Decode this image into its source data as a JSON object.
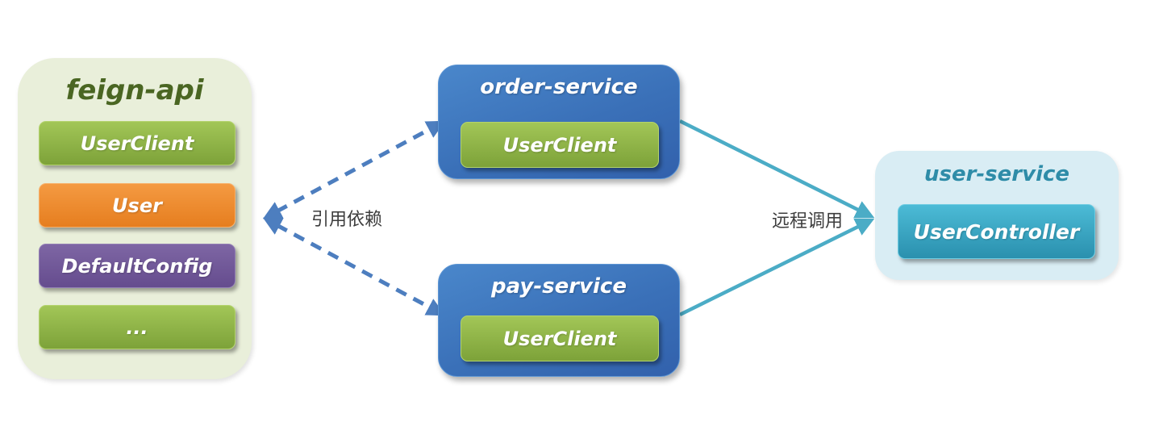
{
  "diagram": {
    "feign_api": {
      "title": "feign-api",
      "items": [
        {
          "label": "UserClient",
          "color": "green"
        },
        {
          "label": "User",
          "color": "orange"
        },
        {
          "label": "DefaultConfig",
          "color": "purple"
        },
        {
          "label": "...",
          "color": "green"
        }
      ]
    },
    "order_service": {
      "title": "order-service",
      "item": "UserClient"
    },
    "pay_service": {
      "title": "pay-service",
      "item": "UserClient"
    },
    "user_service": {
      "title": "user-service",
      "item": "UserController"
    },
    "edges": {
      "dependency_label": "引用依赖",
      "remote_call_label": "远程调用"
    },
    "colors": {
      "feign_container_bg": "#e9efda",
      "feign_title_text": "#4a6622",
      "user_container_bg": "#d9edf4",
      "user_title_text": "#2e8ca8",
      "service_box_blue": "#3a70b8",
      "chip_green": "#8cb33e",
      "chip_orange": "#ec8a2e",
      "chip_purple": "#70589a",
      "chip_teal": "#35a7c4",
      "dashed_arrow": "#4d7ebf",
      "solid_arrow": "#4bacc6",
      "label_text": "#3d3d3d"
    }
  }
}
